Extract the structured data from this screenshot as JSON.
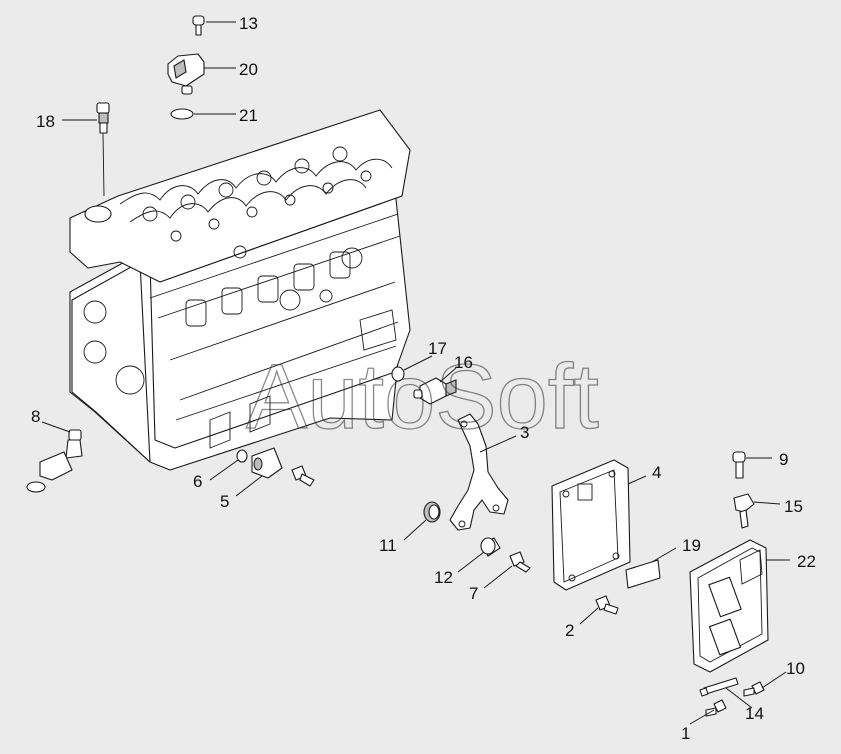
{
  "watermark": "AutoSoft",
  "callouts": [
    "13",
    "20",
    "21",
    "18",
    "17",
    "16",
    "3",
    "8",
    "6",
    "5",
    "4",
    "9",
    "15",
    "19",
    "22",
    "11",
    "12",
    "7",
    "2",
    "10",
    "14",
    "1"
  ],
  "colors": {
    "background": "#ebebeb",
    "line": "#1a1a1a",
    "part_fill": "#ffffff",
    "shade": "#bdbdbd"
  }
}
